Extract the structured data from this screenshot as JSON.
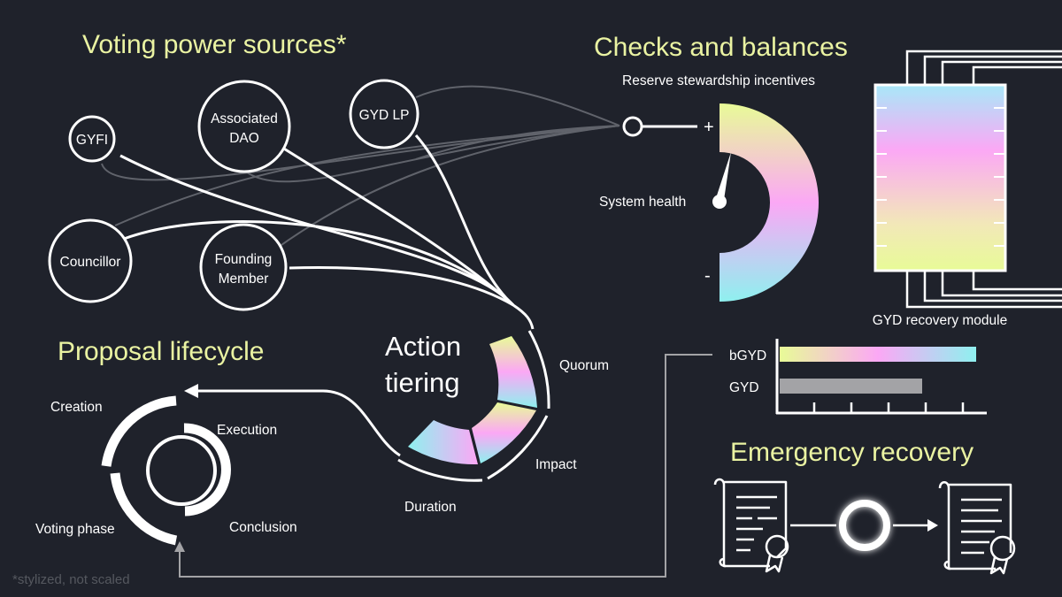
{
  "titles": {
    "voting_power": "Voting power sources*",
    "checks": "Checks and balances",
    "proposal": "Proposal lifecycle",
    "emergency": "Emergency recovery"
  },
  "sources": [
    {
      "id": "gyfi",
      "lines": [
        "GYFI"
      ]
    },
    {
      "id": "associated-dao",
      "lines": [
        "Associated",
        "DAO"
      ]
    },
    {
      "id": "gyd-lp",
      "lines": [
        "GYD LP"
      ]
    },
    {
      "id": "councillor",
      "lines": [
        "Councillor"
      ]
    },
    {
      "id": "founding-member",
      "lines": [
        "Founding",
        "Member"
      ]
    }
  ],
  "action_tiering": {
    "title_lines": [
      "Action",
      "tiering"
    ],
    "segments": [
      "Quorum",
      "Impact",
      "Duration"
    ]
  },
  "checks": {
    "incentives_label": "Reserve stewardship incentives",
    "health_label": "System health",
    "plus": "+",
    "minus": "-",
    "module_label": "GYD recovery module"
  },
  "lifecycle": {
    "stages": [
      "Creation",
      "Execution",
      "Voting phase",
      "Conclusion"
    ]
  },
  "bars": {
    "items": [
      {
        "name": "bGYD",
        "value": 0.95
      },
      {
        "name": "GYD",
        "value": 0.69
      }
    ]
  },
  "footnote": "*stylized, not scaled",
  "colors": {
    "background": "#1f222b",
    "title": "#eaf3a2",
    "gradient_yellow": "#e8fb97",
    "gradient_pink": "#fba8f5",
    "gradient_cyan": "#8ff0ef",
    "bar_gray": "#a3a3a6"
  }
}
